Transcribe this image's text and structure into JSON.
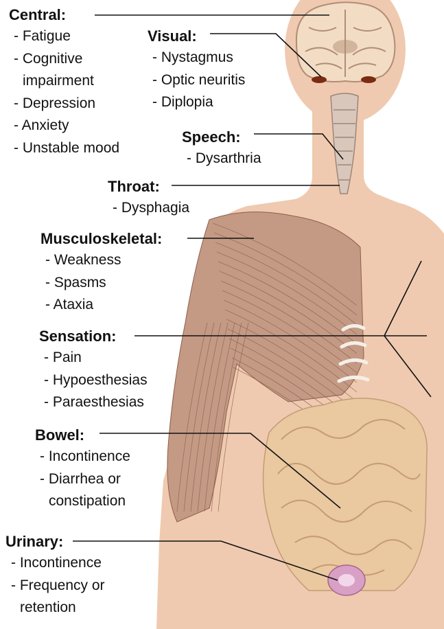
{
  "colors": {
    "skin": "#efcab0",
    "muscle": "#c49a85",
    "muscle_line": "#8a5e4c",
    "brain": "#f3dcc4",
    "brain_line": "#b08d76",
    "intestine": "#eac8a0",
    "intestine_line": "#c49b74",
    "bladder": "#d9a0c6",
    "eye": "#7a2b10",
    "leader": "#111111"
  },
  "groups": [
    {
      "id": "central",
      "title": "Central:",
      "items": [
        [
          "- Fatigue"
        ],
        [
          "- Cognitive",
          "impairment"
        ],
        [
          "- Depression"
        ],
        [
          "- Anxiety"
        ],
        [
          "- Unstable mood"
        ]
      ]
    },
    {
      "id": "visual",
      "title": "Visual:",
      "items": [
        [
          "- Nystagmus"
        ],
        [
          "- Optic neuritis"
        ],
        [
          "- Diplopia"
        ]
      ]
    },
    {
      "id": "speech",
      "title": "Speech:",
      "items": [
        [
          "- Dysarthria"
        ]
      ]
    },
    {
      "id": "throat",
      "title": "Throat:",
      "items": [
        [
          "- Dysphagia"
        ]
      ]
    },
    {
      "id": "musculoskeletal",
      "title": "Musculoskeletal:",
      "items": [
        [
          "- Weakness"
        ],
        [
          "- Spasms"
        ],
        [
          "- Ataxia"
        ]
      ]
    },
    {
      "id": "sensation",
      "title": "Sensation:",
      "items": [
        [
          "- Pain"
        ],
        [
          "- Hypoesthesias"
        ],
        [
          "- Paraesthesias"
        ]
      ]
    },
    {
      "id": "bowel",
      "title": "Bowel:",
      "items": [
        [
          "- Incontinence"
        ],
        [
          "- Diarrhea or",
          "constipation"
        ]
      ]
    },
    {
      "id": "urinary",
      "title": "Urinary:",
      "items": [
        [
          "- Incontinence"
        ],
        [
          "- Frequency or",
          "retention"
        ]
      ]
    }
  ]
}
